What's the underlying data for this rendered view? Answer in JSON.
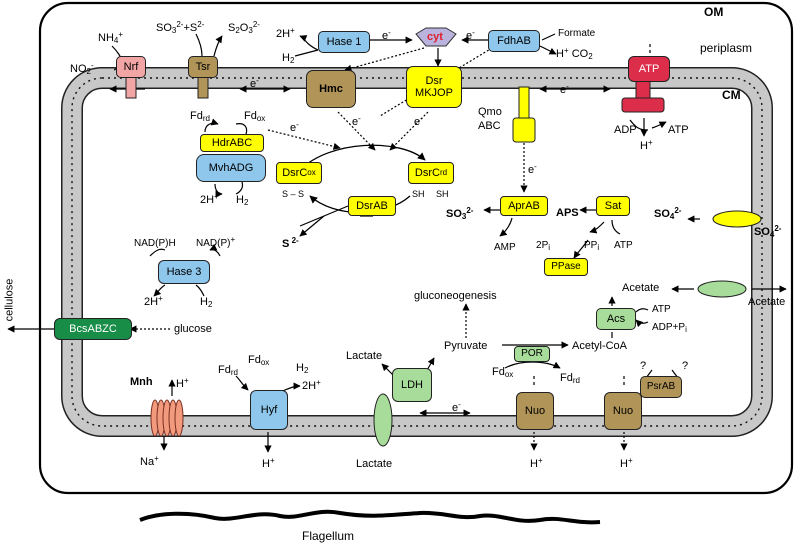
{
  "membranes": {
    "outer": "OM",
    "inner": "CM",
    "periplasm": "periplasm"
  },
  "colors": {
    "hydrogenase": "#8ec6ec",
    "sulfur_enzyme": "#ffff00",
    "membrane_complex": "#b09458",
    "other_enzyme": "#a8dc9a",
    "atp_synthase": "#dc2e4a",
    "cellulose_synthase": "#178d48",
    "nrf": "#f2a5a5",
    "membrane_gray": "#c8c8c8"
  },
  "labels": {
    "nrf": "Nrf",
    "tsr": "Tsr",
    "hase1": "Hase 1",
    "cyt": "cyt",
    "fdhab": "FdhAB",
    "formate": "Formate",
    "atp": "ATP",
    "hmc": "Hmc",
    "dsr_line1": "Dsr",
    "dsr_line2": "MKJOP",
    "qmo_line1": "Qmo",
    "qmo_line2": "ABC",
    "hdrabc": "HdrABC",
    "mvhadg": "MvhADG",
    "dsrc_ox": "DsrC",
    "dsrc_ox_sub": "ox",
    "dsrc_rd": "DsrC",
    "dsrc_rd_sub": "rd",
    "dsrab": "DsrAB",
    "aprab": "AprAB",
    "sat": "Sat",
    "aps": "APS",
    "ppase": "PPase",
    "amp": "AMP",
    "hase3": "Hase 3",
    "nadph": "NAD(P)H",
    "nadp": "NAD(P)",
    "gluconeogenesis": "gluconeogenesis",
    "pyruvate": "Pyruvate",
    "acetyl_coa": "Acetyl-CoA",
    "por": "POR",
    "acetate_in": "Acetate",
    "acetate_out": "Acetate",
    "acs": "Acs",
    "bcsabzc": "BcsABZC",
    "glucose": "glucose",
    "cellulose": "cellulose",
    "lactate_in": "Lactate",
    "lactate_out": "Lactate",
    "ldh": "LDH",
    "hyf": "Hyf",
    "mnh": "Mnh",
    "na": "Na",
    "nuo": "Nuo",
    "psrab": "PsrAB",
    "question": "?",
    "flagellum": "Flagellum",
    "h2": "H",
    "adp": "ADP",
    "atp_small": "ATP",
    "adp_pi": "ADP+P",
    "sh": "SH",
    "s": "S",
    "electron": "e",
    "nh4": "NH",
    "no2": "NO",
    "so3": "SO",
    "s_plus": "+S",
    "s2o3": "S",
    "h_plus": "H",
    "co2": "CO",
    "fd": "Fd",
    "rd": "rd",
    "ox": "ox",
    "pi": "P",
    "ppi": "PP"
  }
}
